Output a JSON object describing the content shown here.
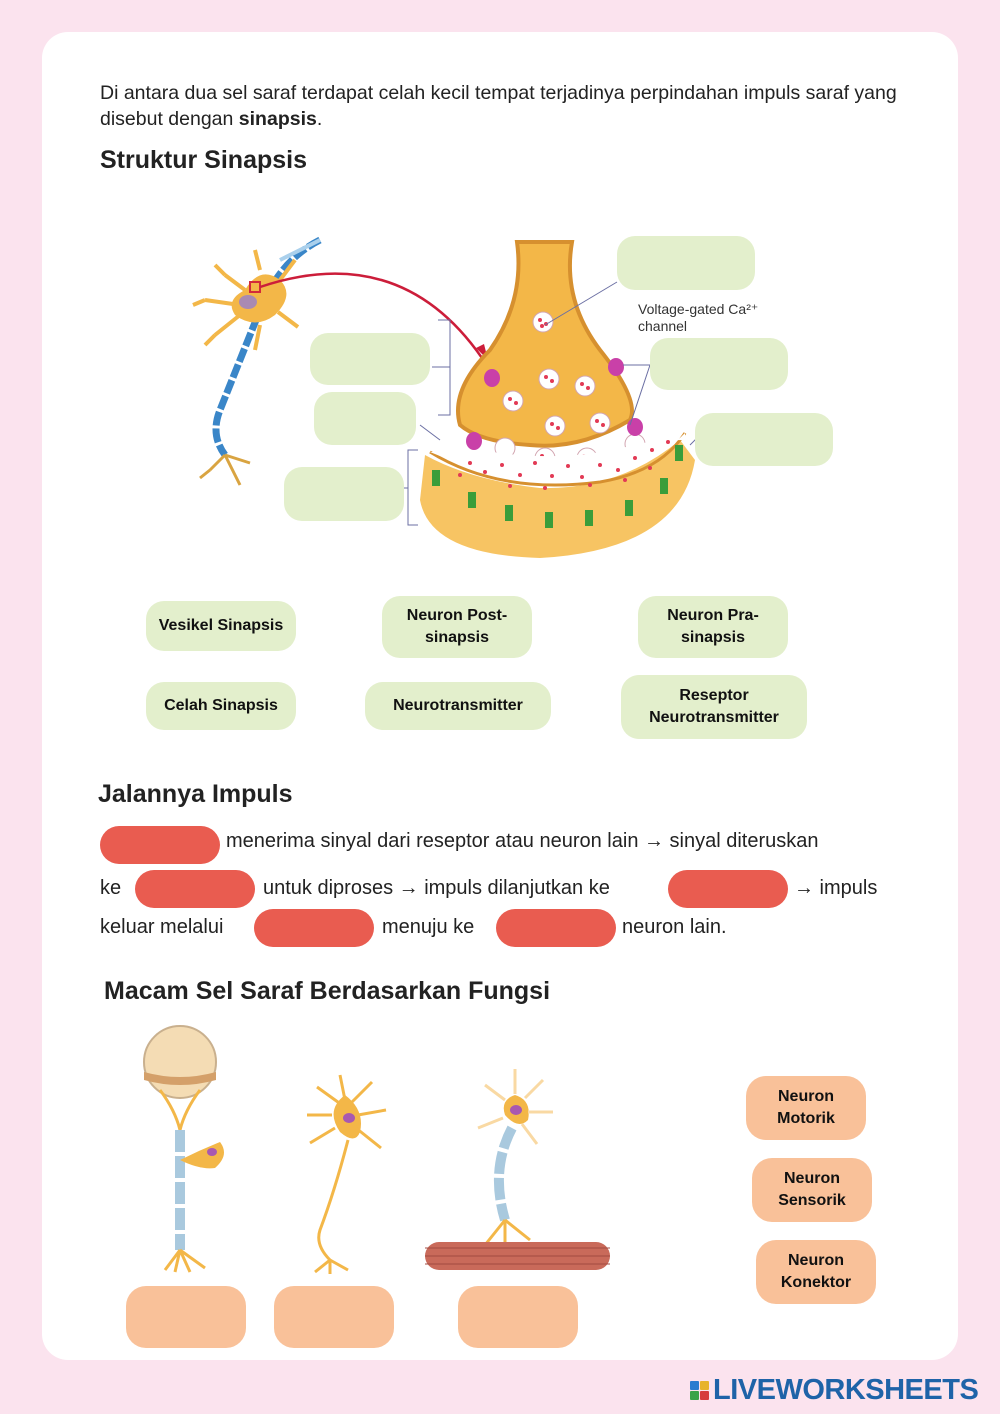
{
  "intro": {
    "text_before": "Di antara dua sel saraf terdapat celah kecil tempat terjadinya perpindahan impuls saraf yang disebut dengan ",
    "bold": "sinapsis",
    "text_after": "."
  },
  "section1": {
    "title": "Struktur Sinapsis",
    "diagram_label": "Voltage-gated Ca²⁺ channel",
    "diagram_label_line1": "Voltage-gated Ca²⁺",
    "diagram_label_line2": "channel",
    "chips": [
      "Vesikel Sinapsis",
      "Neuron Post-sinapsis",
      "Neuron Pra-sinapsis",
      "Celah Sinapsis",
      "Neurotransmitter",
      "Reseptor Neurotransmitter"
    ],
    "chip_lines": {
      "c1a": "Neuron Post-",
      "c1b": "sinapsis",
      "c2a": "Neuron Pra-",
      "c2b": "sinapsis",
      "c5a": "Reseptor",
      "c5b": "Neurotransmitter"
    }
  },
  "section2": {
    "title": "Jalannya Impuls",
    "t1": "menerima sinyal dari reseptor atau neuron lain → sinyal diteruskan",
    "t2": "ke",
    "t3": "untuk diproses → impuls dilanjutkan ke",
    "t4": "→ impuls",
    "t5": "keluar melalui",
    "t6": "menuju ke",
    "t7": "neuron lain."
  },
  "section3": {
    "title": "Macam Sel Saraf Berdasarkan Fungsi",
    "chips": [
      [
        "Neuron",
        "Motorik"
      ],
      [
        "Neuron",
        "Sensorik"
      ],
      [
        "Neuron",
        "Konektor"
      ]
    ]
  },
  "footer": {
    "brand": "LIVEWORKSHEETS"
  },
  "colors": {
    "page_bg": "#fbe3ee",
    "green_box": "#e3efcc",
    "red_blank": "#e95c50",
    "peach_box": "#f9c199",
    "brand_blue": "#1e63a8"
  }
}
